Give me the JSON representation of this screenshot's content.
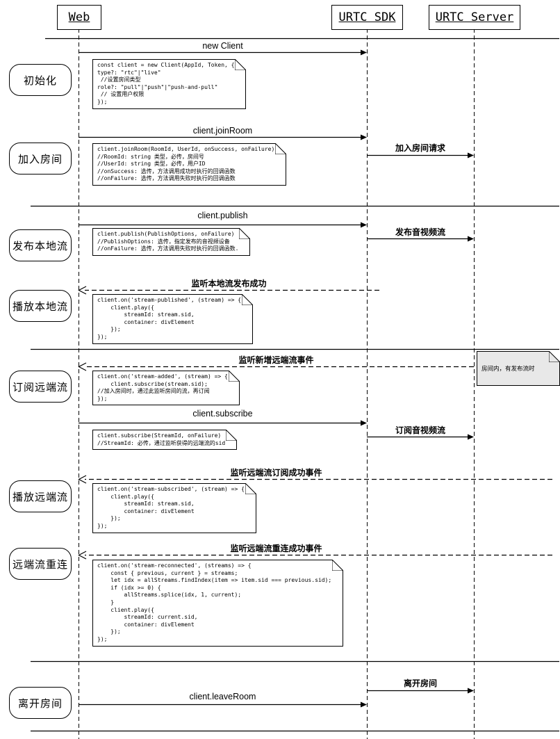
{
  "actors": {
    "web": "Web",
    "sdk": "URTC SDK",
    "server": "URTC Server"
  },
  "phases": {
    "init": "初始化",
    "join": "加入房间",
    "publish_local": "发布本地流",
    "play_local": "播放本地流",
    "subscribe_remote": "订阅远端流",
    "play_remote": "播放远端流",
    "reconnect_remote": "远端流重连",
    "leave": "离开房间"
  },
  "messages": {
    "new_client": "new Client",
    "join_room": "client.joinRoom",
    "join_room_request": "加入房间请求",
    "publish": "client.publish",
    "publish_stream": "发布音视频流",
    "listen_local_published": "监听本地流发布成功",
    "listen_stream_added": "监听新增远端流事件",
    "subscribe": "client.subscribe",
    "subscribe_stream": "订阅音视频流",
    "listen_stream_subscribed": "监听远端流订阅成功事件",
    "listen_stream_reconnected": "监听远端流重连成功事件",
    "leave_room_request": "离开房间",
    "leave_room": "client.leaveRoom"
  },
  "notes": {
    "init_code": [
      "const client = new Client(AppId, Token, {",
      "type?: \"rtc\"|\"live\"",
      " //设置房间类型",
      "role?: \"pull\"|\"push\"|\"push-and-pull\"",
      " // 设置用户权限",
      "});"
    ],
    "join_room_code": [
      "client.joinRoom(RoomId, UserId, onSuccess, onFailure)",
      "//RoomId: string 类型，必传，房间号",
      "//UserId: string 类型，必传，用户ID",
      "//onSuccess: 选传，方法调用成功时执行的回调函数",
      "//onFailure: 选传，方法调用失败时执行的回调函数"
    ],
    "publish_code": [
      "client.publish(PublishOptions, onFailure)",
      "//PublishOptions: 选传，指定发布的音视频设备",
      "//onFailure: 选传，方法调用失败时执行的回调函数."
    ],
    "play_local_code": [
      "client.on('stream-published', (stream) => {",
      "    client.play({",
      "        streamId: stream.sid,",
      "        container: divElement",
      "    });",
      "});"
    ],
    "stream_added_code": [
      "client.on('stream-added', (stream) => {",
      "    client.subscribe(stream.sid);",
      "//加入房间时，通过此监听房间的流，再订阅",
      "});"
    ],
    "server_hint": "房间内，有发布流时",
    "subscribe_code": [
      "client.subscribe(StreamId, onFailure)",
      "//StreamId: 必传，通过监听获得的远端流的sid"
    ],
    "play_remote_code": [
      "client.on('stream-subscribed', (stream) => {",
      "    client.play({",
      "        streamId: stream.sid,",
      "        container: divElement",
      "    });",
      "});"
    ],
    "reconnect_code": [
      "client.on('stream-reconnected', (streams) => {",
      "    const { previous, current } = streams;",
      "    let idx = allStreams.findIndex(item => item.sid === previous.sid);",
      "    if (idx >= 0) {",
      "        allStreams.splice(idx, 1, current);",
      "    }",
      "    client.play({",
      "        streamId: current.sid,",
      "        container: divElement",
      "    });",
      "});"
    ]
  },
  "colors": {
    "line": "#000000",
    "note_bg": "#ffffff",
    "hint_note_bg": "#e8e8e8"
  }
}
